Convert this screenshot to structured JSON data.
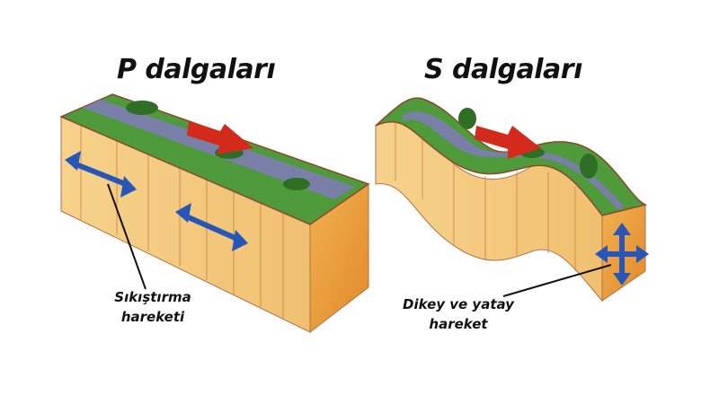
{
  "p_wave": {
    "title": "P dalgaları",
    "label_line1": "Sıkıştırma",
    "label_line2": "hareketi"
  },
  "s_wave": {
    "title": "S dalgaları",
    "label_line1": "Dikey ve yatay",
    "label_line2": "hareket"
  },
  "colors": {
    "ground_top": "#4f9a3a",
    "road": "#7a7fa8",
    "rock": "#f3c77a",
    "rock_side": "#e89a3a",
    "arrow_red": "#d32a1c",
    "arrow_blue": "#2756b8"
  }
}
